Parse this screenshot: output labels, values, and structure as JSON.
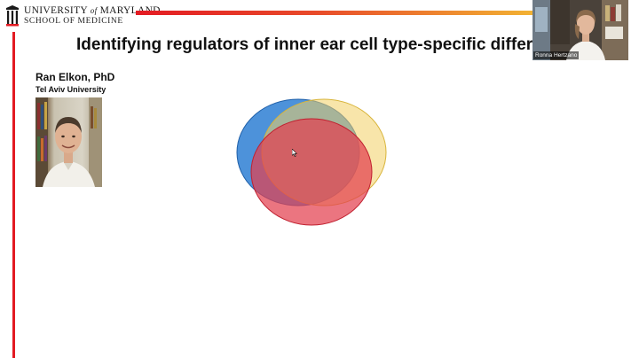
{
  "header": {
    "logo_line1_a": "UNIVERSITY",
    "logo_line1_of": "of",
    "logo_line1_b": "MARYLAND",
    "logo_line2": "SCHOOL OF MEDICINE",
    "brand_red": "#e31b23",
    "brand_gold": "#f2b233"
  },
  "slide": {
    "title": "Identifying regulators of inner ear cell type-specific differen",
    "speaker_name": "Ran Elkon, PhD",
    "speaker_affiliation": "Tel Aviv University",
    "venn_colors": [
      "#2e7fd4",
      "#f2d064",
      "#e3404f"
    ]
  },
  "video": {
    "participant_name": "Ronna Hertzano"
  },
  "icons": {
    "logo": "umaryland-mark-icon",
    "cursor": "mouse-pointer-icon"
  }
}
